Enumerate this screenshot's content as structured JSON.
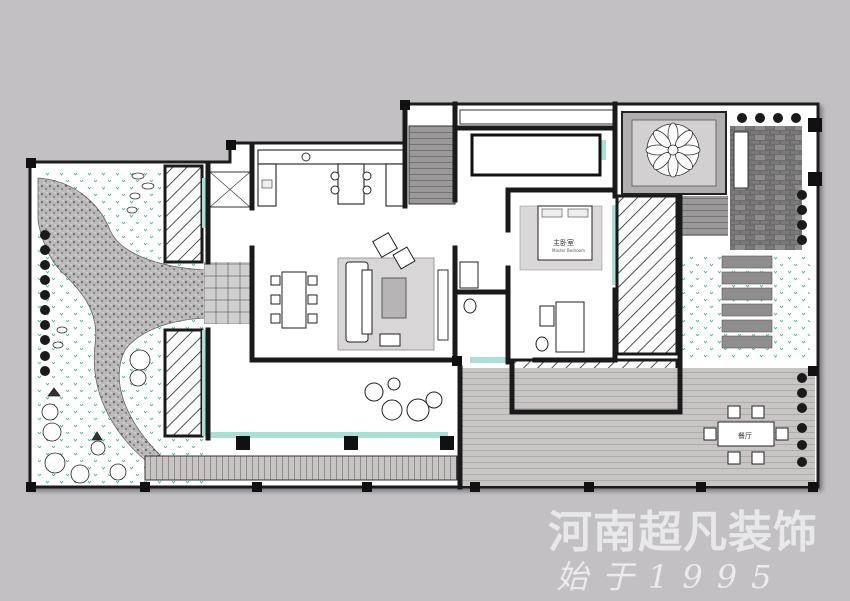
{
  "watermark": {
    "company_name": "河南超凡装饰",
    "slogan": "始于1995"
  },
  "rooms": {
    "master_bedroom_label": "主卧室",
    "master_bedroom_sub": "Master Bedroom",
    "dining_label": "餐厅"
  },
  "colors": {
    "background": "#c2c0c3",
    "wall": "#1a1a1a",
    "floor": "#ffffff",
    "glass": "#a9e0d6",
    "deck": "#c8c4c4",
    "lawn_dot": "#2fb8a0"
  }
}
